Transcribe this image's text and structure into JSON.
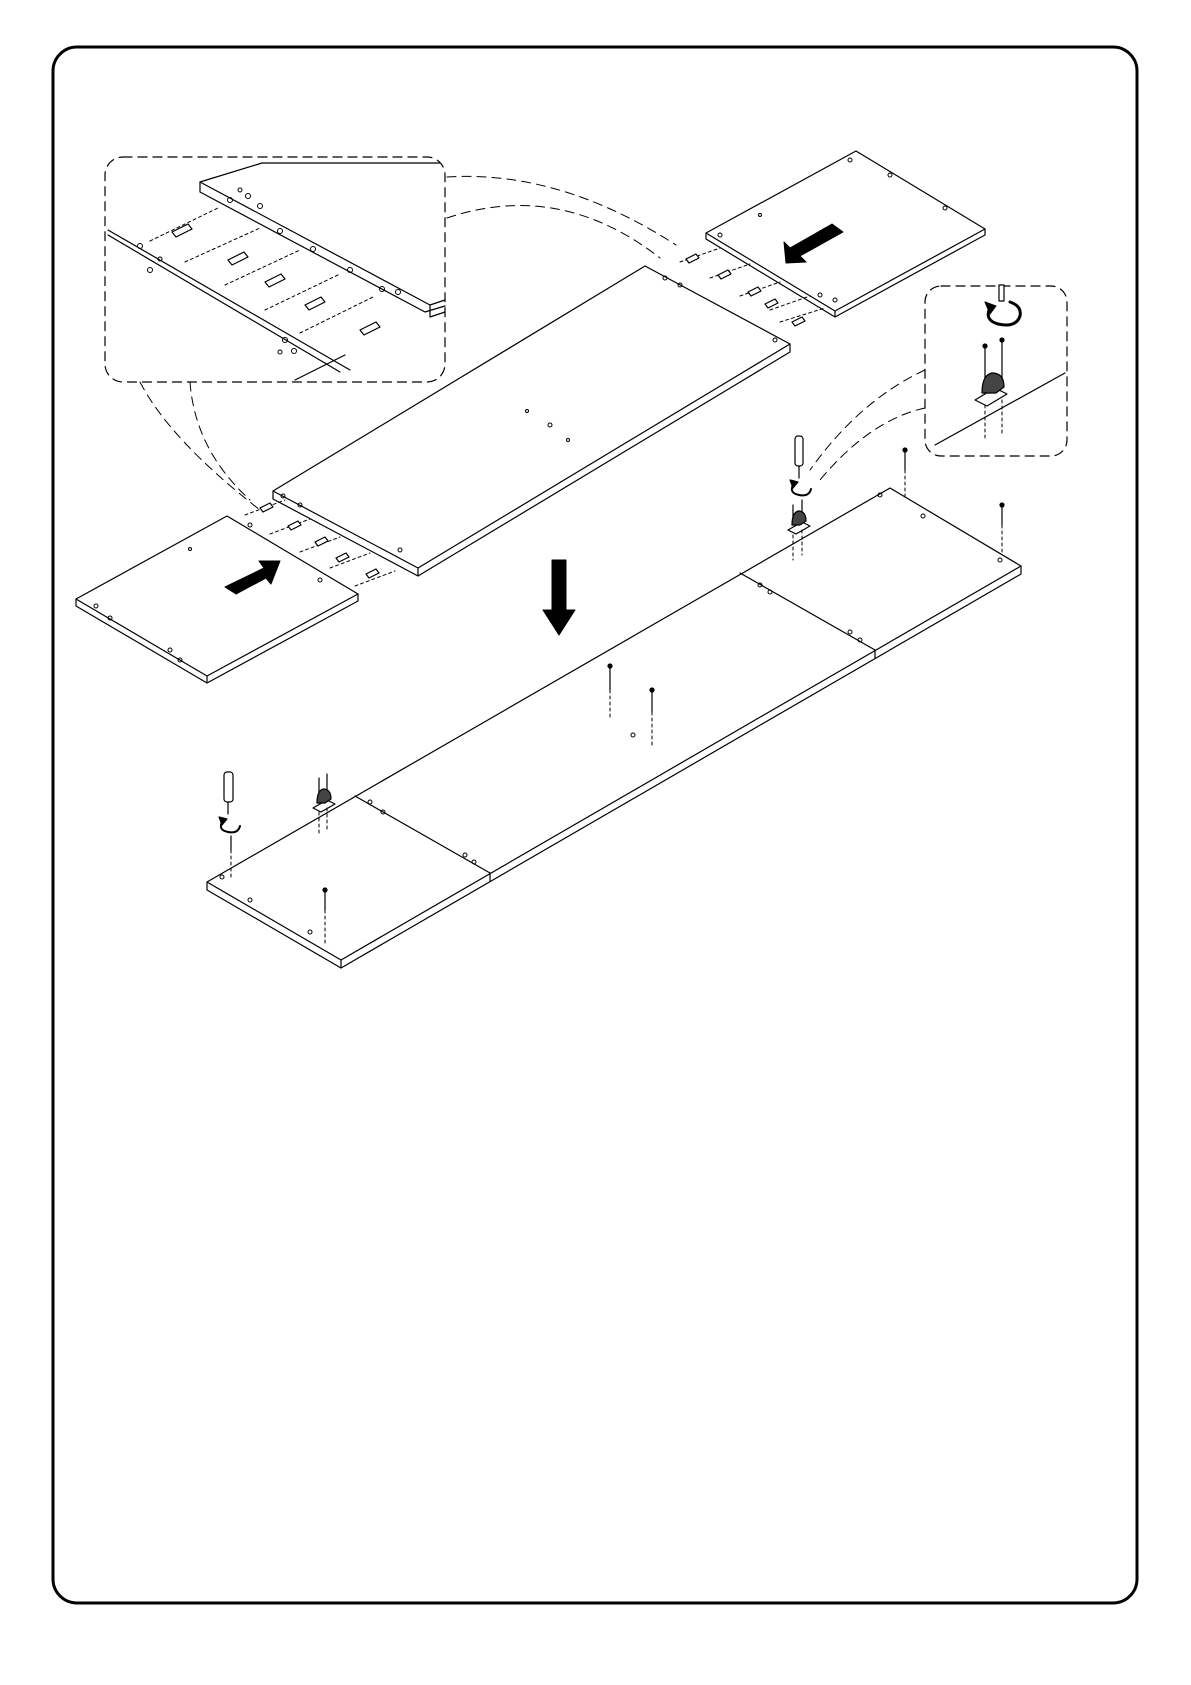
{
  "page": {
    "border_color": "#000000",
    "background": "#ffffff"
  },
  "figure": {
    "components": [
      "detail-callout-dowels",
      "detail-callout-bracket",
      "left-end-panel",
      "center-panel",
      "right-end-panel",
      "assembled-panel",
      "insert-arrow-left",
      "insert-arrow-right",
      "down-arrow",
      "screwdriver-icon",
      "rotate-arrow-icon",
      "bracket-icon",
      "screw-icon",
      "dowel-icon"
    ]
  }
}
